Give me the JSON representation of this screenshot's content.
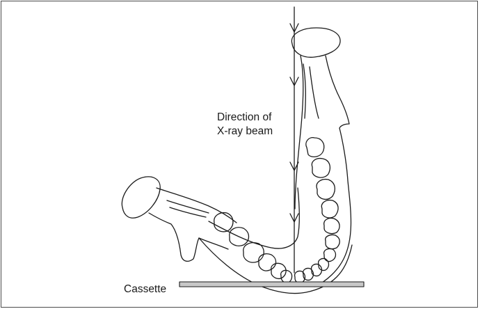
{
  "labels": {
    "beam_line1": "Direction of",
    "beam_line2": "X-ray beam",
    "cassette": "Cassette"
  },
  "colors": {
    "outline": "#1a1a1a",
    "cassette_fill": "#c8c8c8",
    "frame_border": "#4a4a4a"
  }
}
